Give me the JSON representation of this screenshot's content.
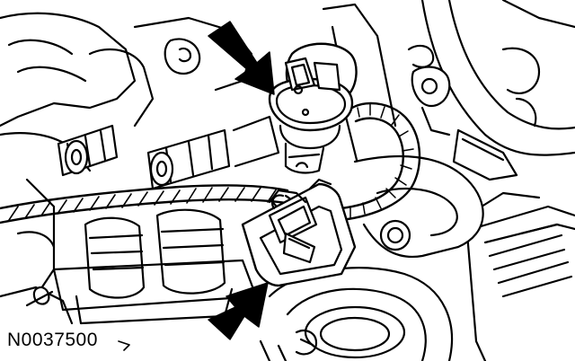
{
  "figure": {
    "id_label": "N0037500",
    "stroke_color": "#000000",
    "fill_color": "#ffffff",
    "callouts": [
      {
        "name": "upper-arrow",
        "points_to": "upper-sensor-connector"
      },
      {
        "name": "lower-arrow",
        "points_to": "lower-sensor-connector"
      }
    ]
  }
}
